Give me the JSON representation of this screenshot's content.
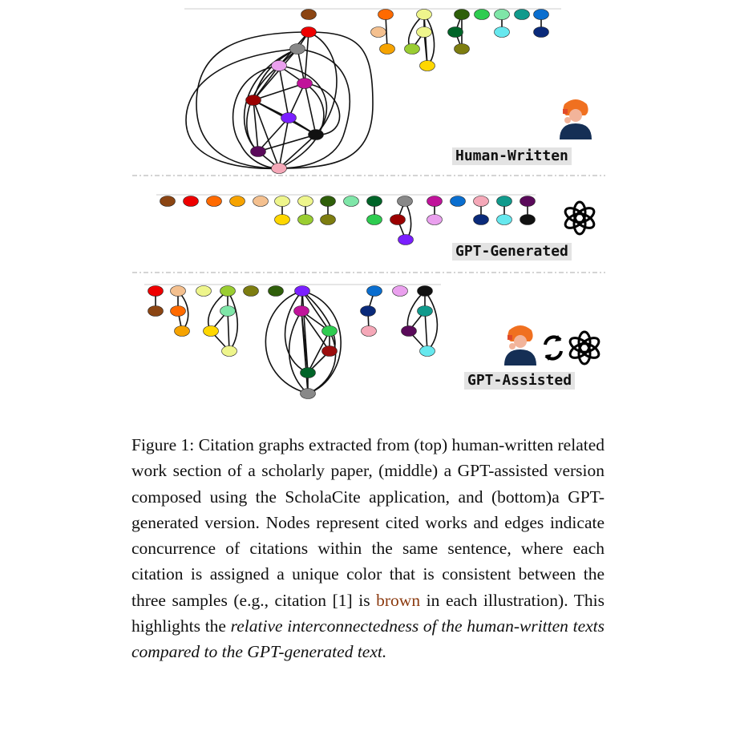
{
  "labels": {
    "human": "Human-Written",
    "generated": "GPT-Generated",
    "assisted": "GPT-Assisted"
  },
  "caption": {
    "prefix": "Figure 1: Citation graphs extracted from (top) human-written related work section of a scholarly paper, (middle) a GPT-assisted version composed using the ScholaCite application, and (bottom)a GPT-generated version. Nodes represent cited works and edges indicate concurrence of citations within the same sentence, where each citation is assigned a unique color that is consistent between the three samples (e.g., citation [1] is ",
    "brown_word": "brown",
    "middle": " in each illustration). This highlights the ",
    "italic": "relative interconnectedness of the human-written texts compared to the GPT-generated text."
  },
  "colors": {
    "c1_brown": "#8b4513",
    "red": "#ee0000",
    "orange": "#ff6a00",
    "lightorange": "#f6a300",
    "peach": "#f4c08f",
    "yellow": "#ffd700",
    "paleyellow": "#eef58c",
    "yellowgreen": "#9acd32",
    "olive": "#7d7d10",
    "darkgreen": "#2f5f0a",
    "mint": "#7fe6a8",
    "green": "#2ecc50",
    "forest": "#006428",
    "gray": "#888888",
    "magenta": "#c0139a",
    "lilac": "#eaa0ee",
    "blue": "#0a6ecf",
    "navy": "#0a2a7a",
    "pink": "#f5a8b8",
    "teal": "#119a8c",
    "cyan": "#66e8ee",
    "purple": "#4a0a6a",
    "black": "#111111",
    "maroon": "#9b0000",
    "violet": "#7a1fff",
    "darkmaroon": "#9b0d0d",
    "grape": "#5a0a5a"
  },
  "icons": [
    "person-thinking-icon",
    "openai-logo-icon",
    "arrows-cycle-icon"
  ]
}
